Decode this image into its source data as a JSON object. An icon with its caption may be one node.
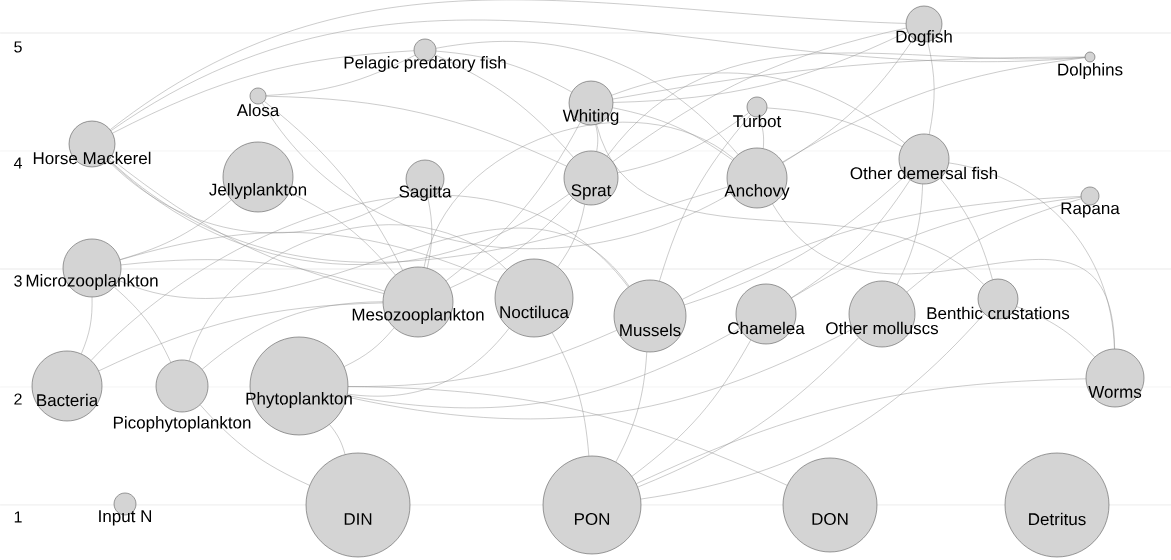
{
  "diagram": {
    "nodes": [
      {
        "text": [
          "Dogfish"
        ]
      },
      {
        "text": [
          "Pelagic predatory fish"
        ]
      },
      {
        "text": [
          "Dolphins"
        ]
      },
      {
        "text": [
          "Alosa"
        ]
      },
      {
        "text": [
          "Whiting"
        ]
      },
      {
        "text": [
          "Turbot"
        ]
      },
      {
        "text": [
          "Horse Mackerel"
        ]
      },
      {
        "text": [
          "Jellyplankton"
        ]
      },
      {
        "text": [
          "Sagitta"
        ]
      },
      {
        "text": [
          "Sprat"
        ]
      },
      {
        "text": [
          "Anchovy"
        ]
      },
      {
        "text": [
          "Other demersal fish"
        ]
      },
      {
        "text": [
          "Rapana"
        ]
      },
      {
        "text": [
          "Microzooplankton"
        ]
      },
      {
        "text": [
          "Mesozooplankton"
        ]
      },
      {
        "text": [
          "Noctiluca"
        ]
      },
      {
        "text": [
          "Mussels"
        ]
      },
      {
        "text": [
          "Chamelea"
        ]
      },
      {
        "text": [
          "Other molluscs"
        ]
      },
      {
        "text": [
          "Benthic crustations"
        ]
      },
      {
        "text": [
          "Worms"
        ]
      },
      {
        "text": [
          "Bacteria"
        ]
      },
      {
        "text": [
          "Picophytoplankton"
        ]
      },
      {
        "text": [
          "Phytoplankton"
        ]
      },
      {
        "text": [
          "Input N"
        ]
      },
      {
        "text": [
          "DIN"
        ]
      },
      {
        "text": [
          "PON"
        ]
      },
      {
        "text": [
          "DON"
        ]
      },
      {
        "text": [
          "Detritus"
        ]
      }
    ],
    "edges": [
      {
        "from": 0,
        "to": 6,
        "arrow": "none"
      },
      {
        "from": 0,
        "to": 4,
        "arrow": "none"
      },
      {
        "from": 0,
        "to": 9,
        "arrow": "none"
      },
      {
        "from": 0,
        "to": 10,
        "arrow": "none"
      },
      {
        "from": 0,
        "to": 11,
        "arrow": "none"
      },
      {
        "from": 2,
        "to": 6,
        "arrow": "none"
      },
      {
        "from": 2,
        "to": 4,
        "arrow": "none"
      },
      {
        "from": 2,
        "to": 9,
        "arrow": "none"
      },
      {
        "from": 2,
        "to": 10,
        "arrow": "none"
      },
      {
        "from": 1,
        "to": 6,
        "arrow": "none"
      },
      {
        "from": 1,
        "to": 3,
        "arrow": "none"
      },
      {
        "from": 1,
        "to": 9,
        "arrow": "none"
      },
      {
        "from": 1,
        "to": 10,
        "arrow": "none"
      },
      {
        "from": 1,
        "to": 4,
        "arrow": "none"
      },
      {
        "from": 3,
        "to": 9,
        "arrow": "none"
      },
      {
        "from": 3,
        "to": 10,
        "arrow": "none"
      },
      {
        "from": 3,
        "to": 14,
        "arrow": "none"
      },
      {
        "from": 4,
        "to": 9,
        "arrow": "none"
      },
      {
        "from": 4,
        "to": 10,
        "arrow": "none"
      },
      {
        "from": 4,
        "to": 11,
        "arrow": "none"
      },
      {
        "from": 4,
        "to": 19,
        "arrow": "none"
      },
      {
        "from": 4,
        "to": 14,
        "arrow": "none"
      },
      {
        "from": 5,
        "to": 10,
        "arrow": "none"
      },
      {
        "from": 5,
        "to": 9,
        "arrow": "none"
      },
      {
        "from": 5,
        "to": 11,
        "arrow": "none"
      },
      {
        "from": 5,
        "to": 16,
        "arrow": "none"
      },
      {
        "from": 6,
        "to": 9,
        "arrow": "none"
      },
      {
        "from": 6,
        "to": 10,
        "arrow": "none"
      },
      {
        "from": 6,
        "to": 14,
        "arrow": "none"
      },
      {
        "from": 6,
        "to": 8,
        "arrow": "none"
      },
      {
        "from": 7,
        "to": 13,
        "arrow": "none"
      },
      {
        "from": 7,
        "to": 14,
        "arrow": "none"
      },
      {
        "from": 8,
        "to": 14,
        "arrow": "none"
      },
      {
        "from": 9,
        "to": 14,
        "arrow": "none"
      },
      {
        "from": 9,
        "to": 15,
        "arrow": "none"
      },
      {
        "from": 10,
        "to": 14,
        "arrow": "none"
      },
      {
        "from": 10,
        "to": 20,
        "arrow": "none"
      },
      {
        "from": 11,
        "to": 16,
        "arrow": "none"
      },
      {
        "from": 11,
        "to": 17,
        "arrow": "none"
      },
      {
        "from": 11,
        "to": 18,
        "arrow": "none"
      },
      {
        "from": 11,
        "to": 19,
        "arrow": "none"
      },
      {
        "from": 11,
        "to": 20,
        "arrow": "none"
      },
      {
        "from": 12,
        "to": 16,
        "arrow": "none"
      },
      {
        "from": 12,
        "to": 17,
        "arrow": "none"
      },
      {
        "from": 12,
        "to": 18,
        "arrow": "none"
      },
      {
        "from": 13,
        "to": 21,
        "arrow": "none"
      },
      {
        "from": 13,
        "to": 22,
        "arrow": "none"
      },
      {
        "from": 13,
        "to": 14,
        "arrow": "none"
      },
      {
        "from": 13,
        "to": 15,
        "arrow": "none"
      },
      {
        "from": 13,
        "to": 16,
        "arrow": "none"
      },
      {
        "from": 14,
        "to": 21,
        "arrow": "none"
      },
      {
        "from": 14,
        "to": 22,
        "arrow": "none"
      },
      {
        "from": 14,
        "to": 23,
        "arrow": "none"
      },
      {
        "from": 15,
        "to": 22,
        "arrow": "none"
      },
      {
        "from": 15,
        "to": 23,
        "arrow": "none"
      },
      {
        "from": 15,
        "to": 26,
        "arrow": "none"
      },
      {
        "from": 16,
        "to": 23,
        "arrow": "none"
      },
      {
        "from": 16,
        "to": 21,
        "arrow": "none"
      },
      {
        "from": 16,
        "to": 26,
        "arrow": "none"
      },
      {
        "from": 17,
        "to": 26,
        "arrow": "none"
      },
      {
        "from": 17,
        "to": 23,
        "arrow": "none"
      },
      {
        "from": 18,
        "to": 26,
        "arrow": "none"
      },
      {
        "from": 18,
        "to": 23,
        "arrow": "none"
      },
      {
        "from": 19,
        "to": 20,
        "arrow": "none"
      },
      {
        "from": 19,
        "to": 26,
        "arrow": "none"
      },
      {
        "from": 20,
        "to": 26,
        "arrow": "none"
      },
      {
        "from": 23,
        "to": 25,
        "arrow": "none"
      },
      {
        "from": 22,
        "to": 25,
        "arrow": "none"
      },
      {
        "from": 23,
        "to": 27,
        "arrow": "none"
      }
    ],
    "labels": [
      "5",
      "4",
      "3",
      "2",
      "1"
    ]
  }
}
